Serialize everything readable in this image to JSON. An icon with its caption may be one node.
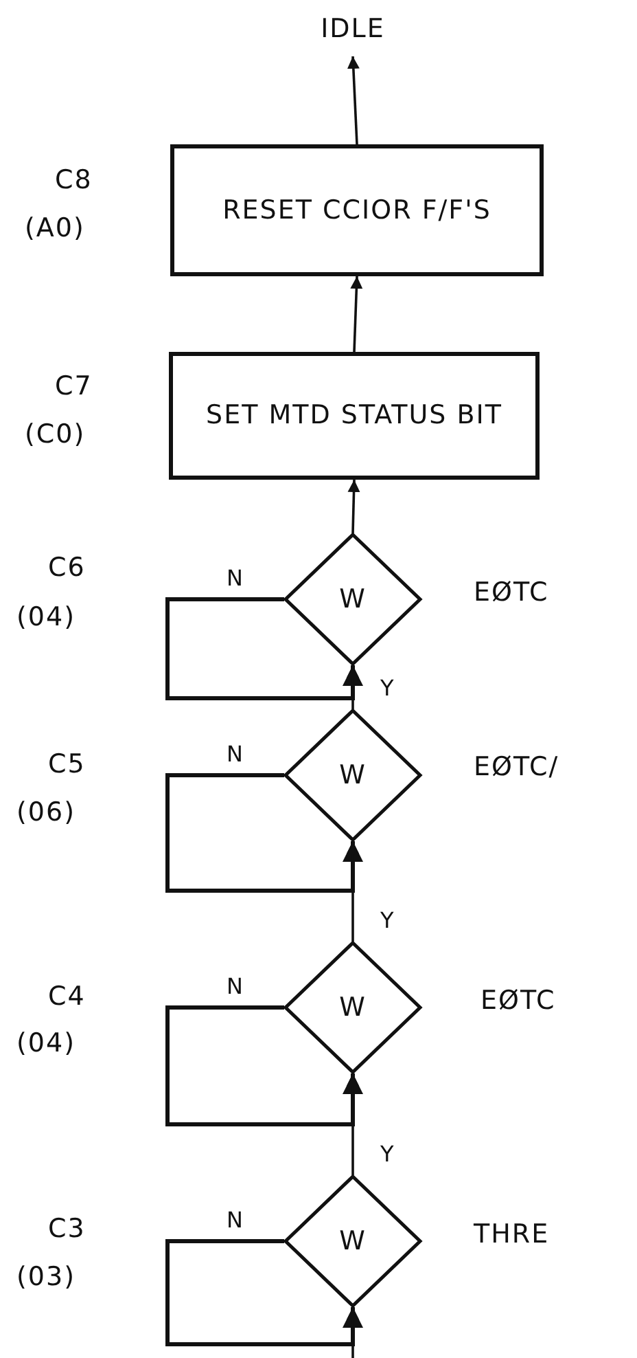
{
  "diagram": {
    "nodes": [
      {
        "text": [
          "IDLE"
        ]
      },
      {
        "text": [
          "RESET CCIOR F/F'S"
        ],
        "beside": [
          "C8",
          "(A0)"
        ]
      },
      {
        "text": [
          "SET MTD STATUS BIT"
        ],
        "beside": [
          "C7",
          "(C0)"
        ]
      },
      {
        "text": [
          "W"
        ],
        "beside": [
          "C6",
          "(04)",
          "EØTC"
        ]
      },
      {
        "text": [
          "W"
        ],
        "beside": [
          "C5",
          "(06)",
          "EØTC/"
        ]
      },
      {
        "text": [
          "W"
        ],
        "beside": [
          "C4",
          "(04)",
          "EØTC"
        ]
      },
      {
        "text": [
          "W"
        ],
        "beside": [
          "C3",
          "(03)",
          "THRE"
        ]
      }
    ],
    "edges": [
      {
        "from": 1,
        "to": 0,
        "arrow": "to"
      },
      {
        "from": 2,
        "to": 1,
        "arrow": "to"
      },
      {
        "from": 3,
        "to": 2,
        "arrow": "to"
      },
      {
        "from": 3,
        "to": 3,
        "arrow": "to",
        "label": "N"
      },
      {
        "from": 4,
        "to": 3,
        "arrow": "to",
        "label": "Y"
      },
      {
        "from": 4,
        "to": 4,
        "arrow": "to",
        "label": "N"
      },
      {
        "from": 5,
        "to": 4,
        "arrow": "to",
        "label": "Y"
      },
      {
        "from": 5,
        "to": 5,
        "arrow": "to",
        "label": "N"
      },
      {
        "from": 6,
        "to": 5,
        "arrow": "to",
        "label": "Y"
      },
      {
        "from": 6,
        "to": 6,
        "arrow": "to",
        "label": "N"
      },
      {
        "from": null,
        "to": 6,
        "arrow": "to"
      }
    ]
  }
}
